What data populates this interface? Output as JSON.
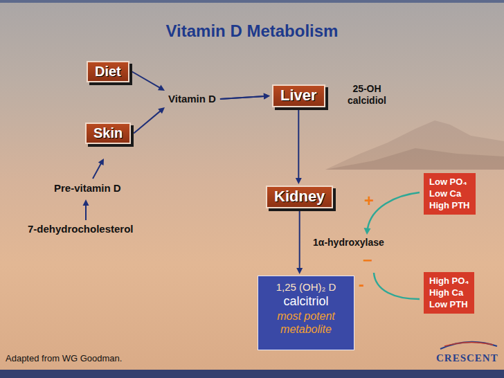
{
  "diagram": {
    "title": "Vitamin D Metabolism",
    "nodes": [
      {
        "text": [
          "Diet"
        ]
      },
      {
        "text": [
          "Skin"
        ]
      },
      {
        "text": [
          "Liver"
        ]
      },
      {
        "text": [
          "Kidney"
        ]
      },
      {
        "text": [
          "Low PO₄",
          "Low Ca",
          "High PTH"
        ]
      },
      {
        "text": [
          "1,25 (OH)₂ D",
          "calcitriol",
          "most potent metabolite"
        ]
      },
      {
        "text": [
          "High PO₄",
          "High Ca",
          "Low PTH"
        ]
      }
    ],
    "edges": [
      {
        "from": 0,
        "to": 2,
        "arrow": "to"
      },
      {
        "from": 1,
        "to": 2,
        "arrow": "to"
      },
      {
        "from": 2,
        "to": 3,
        "arrow": "to"
      },
      {
        "from": 3,
        "to": 5,
        "arrow": "to"
      }
    ],
    "labels": [
      "Vitamin D",
      "25-OH calcidiol",
      "Pre-vitamin D",
      "7-dehydrocholesterol",
      "+",
      "1α-hydroxylase",
      "−",
      "-",
      "Adapted from WG Goodman.",
      "CRESCENT"
    ]
  }
}
